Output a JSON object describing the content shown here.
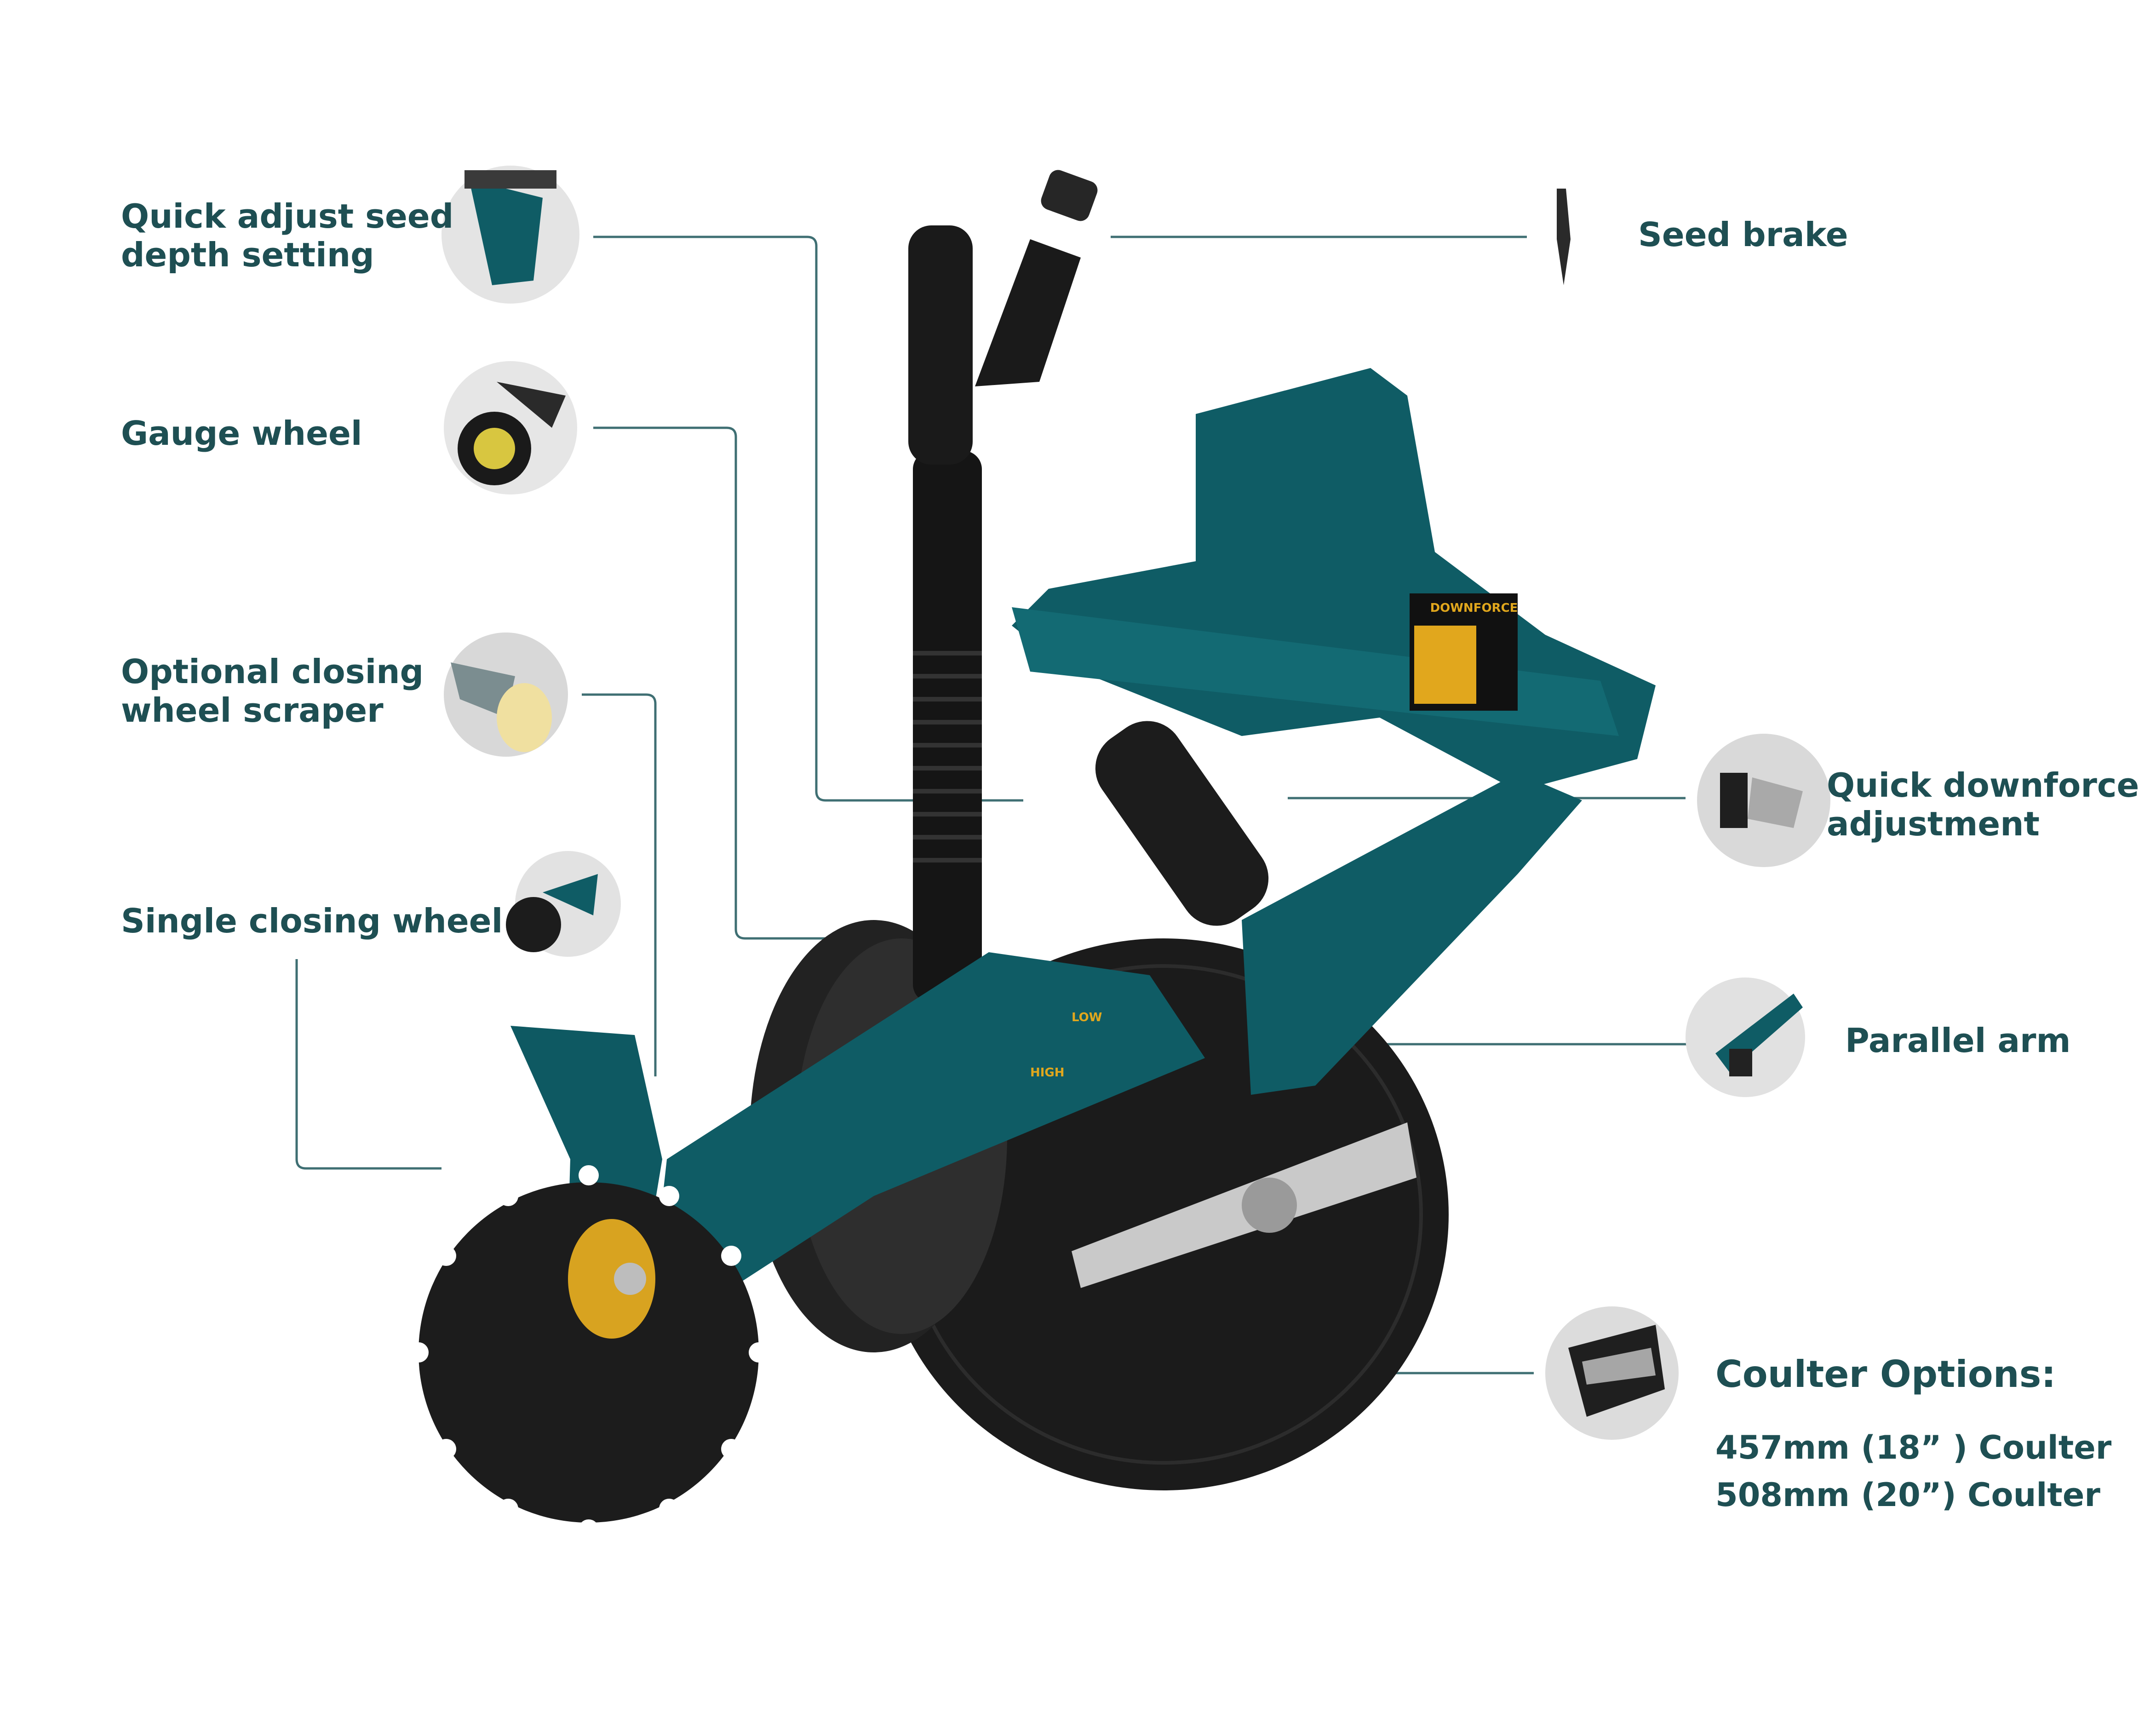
{
  "callouts": {
    "depth_setting": {
      "line1": "Quick adjust seed",
      "line2": "depth setting",
      "icon": "depth-adjuster-thumbnail"
    },
    "gauge_wheel": {
      "label": "Gauge wheel",
      "icon": "gauge-wheel-thumbnail"
    },
    "closing_scraper": {
      "line1": "Optional closing",
      "line2": "wheel scraper",
      "icon": "scraper-thumbnail"
    },
    "closing_wheel": {
      "label": "Single closing wheel",
      "icon": "closing-wheel-thumbnail"
    },
    "seed_brake": {
      "label": "Seed brake",
      "icon": "seed-brake-thumbnail"
    },
    "downforce": {
      "line1": "Quick downforce",
      "line2": "adjustment",
      "icon": "downforce-thumbnail"
    },
    "parallel_arm": {
      "label": "Parallel arm",
      "icon": "parallel-arm-thumbnail"
    },
    "coulter": {
      "heading": "Coulter Options:",
      "option1": "457mm (18” ) Coulter",
      "option2": "508mm (20”) Coulter",
      "icon": "coulter-thumbnail"
    }
  },
  "machine": {
    "downforce_plate": "DOWNFORCE",
    "depth_gauge_low": "LOW",
    "depth_gauge_high": "HIGH"
  },
  "colors": {
    "label_text": "#1e4f53",
    "leader_line": "#3f6f73",
    "frame_teal": "#0f5c65",
    "disc_black": "#1b1b1b",
    "hub_yellow": "#d8a320",
    "steel": "#c9c9c9"
  }
}
